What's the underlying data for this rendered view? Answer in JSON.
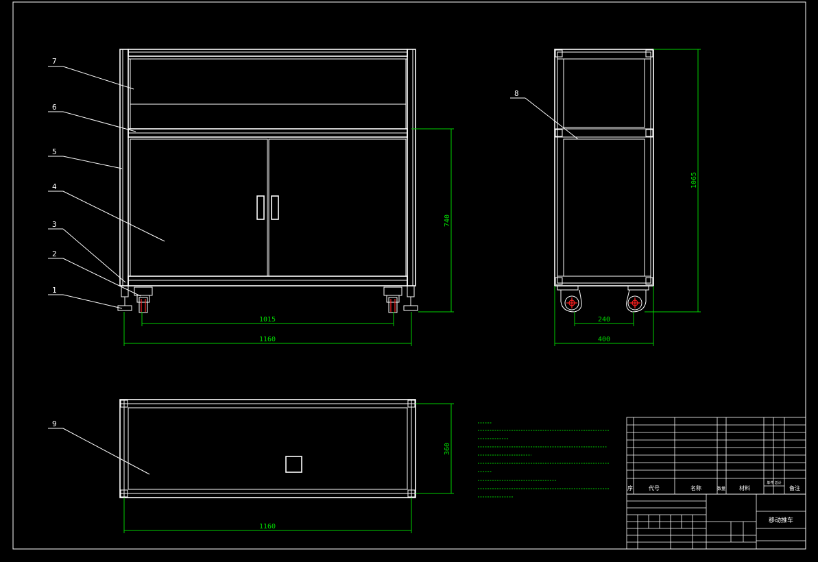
{
  "drawing": {
    "front_view": {
      "dim_width_inner": "1015",
      "dim_width_total": "1160",
      "dim_height": "740"
    },
    "side_view": {
      "dim_height_total": "1065",
      "dim_wheel_spacing": "240",
      "dim_depth": "400"
    },
    "top_view": {
      "dim_width": "1160",
      "dim_depth": "360"
    },
    "balloons": [
      "1",
      "2",
      "3",
      "4",
      "5",
      "6",
      "7",
      "8",
      "9"
    ],
    "title_block": {
      "col_seq": "序",
      "col_code": "代号",
      "col_name": "名称",
      "col_qty": "数量",
      "col_material": "材料",
      "col_weight": "单件 总计",
      "col_note": "备注",
      "drawing_name": "移动推车"
    }
  }
}
